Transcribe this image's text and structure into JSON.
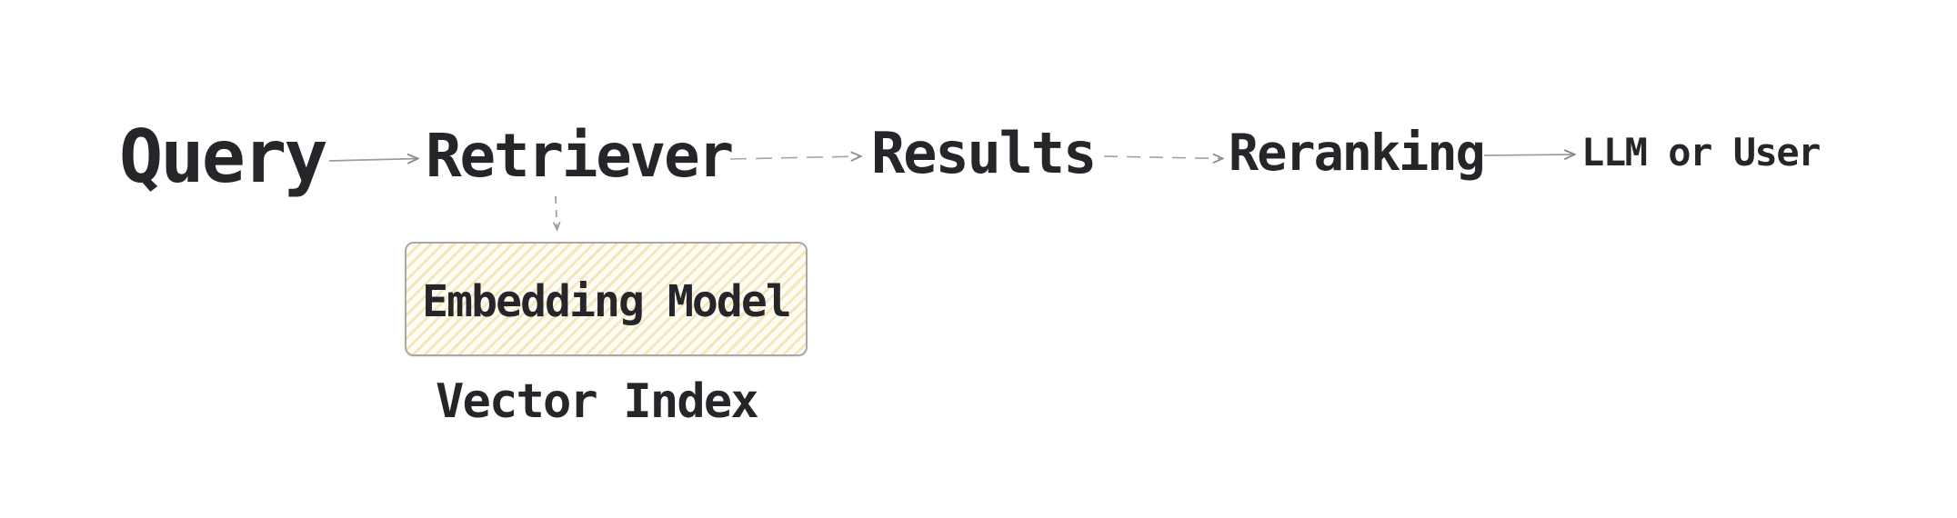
{
  "diagram": {
    "nodes": {
      "query": {
        "label": "Query"
      },
      "retriever": {
        "label": "Retriever"
      },
      "results": {
        "label": "Results"
      },
      "reranking": {
        "label": "Reranking"
      },
      "llm_or_user": {
        "label": "LLM or User"
      },
      "embedding_model": {
        "label": "Embedding Model"
      },
      "vector_index": {
        "label": "Vector Index"
      }
    },
    "edges": [
      {
        "from": "query",
        "to": "retriever",
        "type": "arrow",
        "line": "solid"
      },
      {
        "from": "retriever",
        "to": "results",
        "type": "arrow",
        "line": "dashed"
      },
      {
        "from": "results",
        "to": "reranking",
        "type": "arrow",
        "line": "dashed"
      },
      {
        "from": "reranking",
        "to": "llm_or_user",
        "type": "arrow",
        "line": "solid"
      },
      {
        "from": "retriever",
        "to": "embedding_model",
        "type": "arrow",
        "line": "dashed-vertical"
      }
    ],
    "colors": {
      "background": "#ffffff",
      "text": "#26262a",
      "arrow": "#9c9c9c",
      "box_fill_base": "#fefcf3",
      "box_hatch_stripe": "#f3e7bf",
      "box_border": "#a9a8a2"
    }
  }
}
